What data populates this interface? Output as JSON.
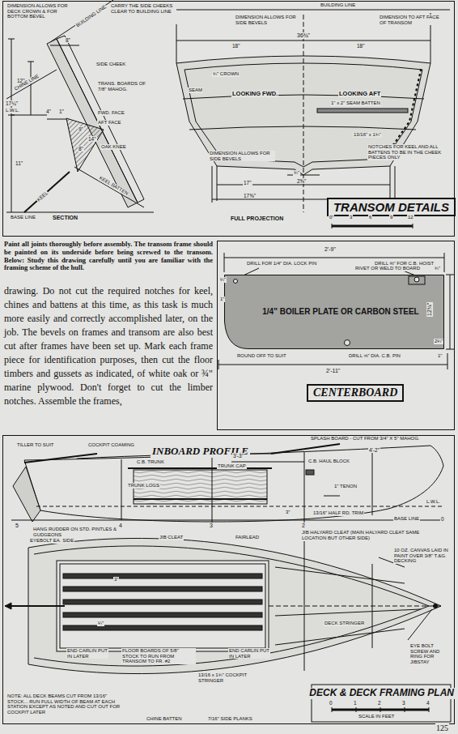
{
  "diagram": {
    "nodes": [
      {
        "text": [
          "TRANSOM DETAILS"
        ]
      },
      {
        "text": [
          "CENTERBOARD"
        ]
      },
      {
        "text": [
          "1/4\" BOILER PLATE OR CARBON STEEL"
        ],
        "in": 1
      },
      {
        "text": [
          "INBOARD PROFILE",
          "DECK & DECK FRAMING PLAN"
        ]
      }
    ],
    "labels": [
      "DIMENSION ALLOWS FOR DECK CROWN & FOR BOTTOM BEVEL",
      "BUILDING LINE",
      "CARRY THE SIDE CHEEKS CLEAR TO BUILDING LINE",
      "8\"",
      "SIDE CHEEK",
      "TRANS. BOARDS OF 7/8\" MAHOG.",
      "12\"",
      "17¼\"",
      "L.W.L.",
      "CHINE LINE",
      "4\"",
      "1\"",
      "FWD. FACE",
      "AFT FACE",
      "9\"",
      "14\"",
      "8\"",
      "OAK KNEE",
      "11\"",
      "KEEL BATTEN",
      "KEEL",
      "BASE LINE",
      "SECTION",
      "BUILDING LINE",
      "DIMENSION ALLOWS FOR SIDE BEVELS",
      "DIMENSION TO AFT FACE OF TRANSOM",
      "36¾\"",
      "18\"",
      "18\"",
      "¾\" CROWN",
      "SEAM",
      "LOOKING FWD.",
      "LOOKING AFT",
      "1\" x 2\" SEAM BATTEN",
      "13/16\" x 1¾\"",
      "NOTCHES FOR KEEL AND ALL BATTENS TO BE IN THE CHEEK PIECES ONLY",
      "DIMENSION ALLOWS FOR SIDE BEVELS",
      "¾\"",
      "2⅝\"",
      "17\"",
      "17⅝\"",
      "FULL PROJECTION",
      "0\"",
      "3",
      "6",
      "9",
      "12",
      "Paint all joints thoroughly before assembly. The transom frame should be painted on its underside before being screwed to the transom. Below: Study this drawing carefully until you are familiar with the framing scheme of the hull.",
      "drawing. Do not cut the required notches for keel, chines and battens at this time, as this task is much more easily and correctly accomplished later, on the job. The bevels on frames and transom are also best cut after frames have been set up. Mark each frame piece for identification purposes, then cut the floor timbers and gussets as indicated, of white oak or ¾\" marine plywood. Don't forget to cut the limber notches. Assemble the frames,",
      "2'-9\"",
      "DRILL ⅜\" FOR C.B. HOIST",
      "DRILL FOR 1/4\" DIA. LOCK PIN",
      "RIVET OR WELD TO BOARD",
      "¼\"",
      "1\"",
      "¾\"",
      "12¾\"",
      "2¼\"",
      "ROUND OFF TO SUIT",
      "DRILL ⅝\" DIA. C.B. PIN",
      "1\"",
      "2'-11\"",
      "TILLER TO SUIT",
      "COCKPIT COAMING",
      "SPLASH BOARD - CUT FROM 3/4\" X 5\" MAHOG.",
      "C.B. TRUNK",
      "3'-3\"",
      "TRUNK CAP",
      "4'-2\"",
      "C.B. HAUL BLOCK",
      "TRUNK LOGS",
      "1\" TENON",
      "L.W.L.",
      "HANG RUDDER ON STD. PINTLES & GUDGEONS",
      "3\"",
      "13/16\" HALF RD. TRIM",
      "BASE LINE",
      "0",
      "5",
      "4",
      "3",
      "2",
      "EYEBOLT EA. SIDE",
      "JIB CLEAT",
      "FAIRLEAD",
      "JIB HALYARD CLEAT (MAIN HALYARD CLEAT SAME LOCATION BUT OTHER SIDE)",
      "10 OZ. CANVAS LAID IN PAINT OVER 3/8\" T.&G. DECKING",
      "3\"",
      "¼\"",
      "DECK STRINGER",
      "EYE BOLT SCREW AND RING FOR JIBSTAY",
      "END CARLIN PUT IN LATER",
      "FLOOR BOARDS OF 5/8\" STOCK TO RUN FROM TRANSOM TO FR. #2",
      "END CARLIN PUT IN LATER",
      "13/16 x 1¾\" COCKPIT STRINGER",
      "NOTE: ALL DECK BEAMS CUT FROM 13/16\" STOCK... RUN FULL WIDTH OF BEAM AT EACH STATION EXCEPT AS NOTED AND CUT OUT FOR COCKPIT LATER",
      "CHINE BATTEN",
      "7/16\" SIDE PLANKS",
      "0",
      "1",
      "2",
      "3",
      "4",
      "SCALE IN FEET",
      "125"
    ]
  }
}
